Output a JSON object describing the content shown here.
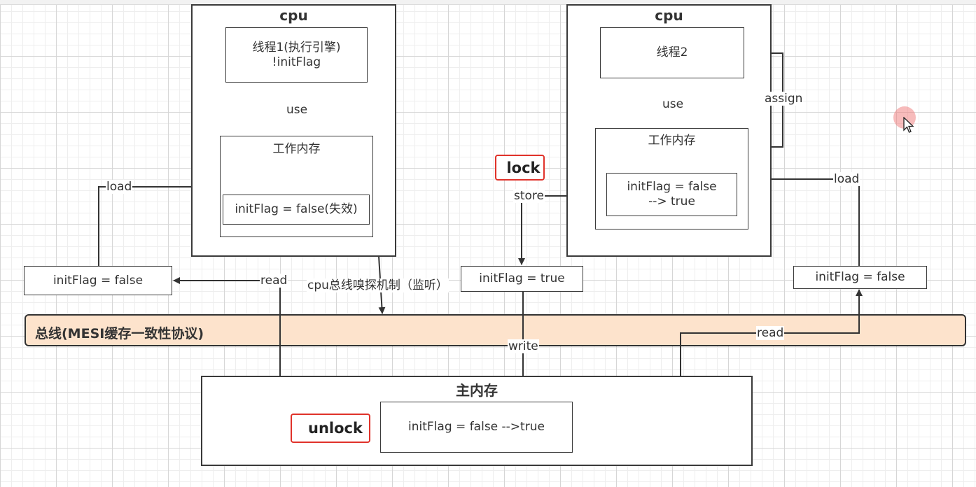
{
  "cpu_left": {
    "title": "cpu",
    "thread_line1": "线程1(执行引擎)",
    "thread_line2": "!initFlag",
    "use": "use",
    "work_memory": "工作内存",
    "var": "initFlag = false(失效)"
  },
  "cpu_right": {
    "title": "cpu",
    "thread": "线程2",
    "use": "use",
    "work_memory": "工作内存",
    "var_line1": "initFlag = false",
    "var_line2": "--> true",
    "assign": "assign"
  },
  "left_copy": "initFlag = false",
  "mid_copy": "initFlag = true",
  "right_copy": "initFlag = false",
  "labels": {
    "load_left": "load",
    "read_left": "read",
    "sniff": "cpu总线嗅探机制（监听）",
    "lock": "lock",
    "store": "store",
    "write": "write",
    "load_right": "load",
    "read_right": "read",
    "unlock": "unlock"
  },
  "bus": "总线(MESI缓存一致性协议)",
  "main_memory": {
    "title": "主内存",
    "var": "initFlag = false -->true"
  }
}
